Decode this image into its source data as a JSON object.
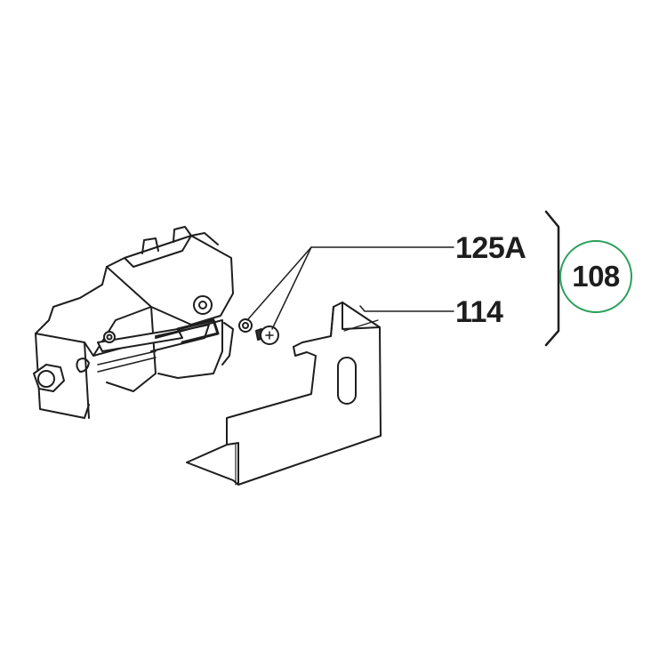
{
  "diagram": {
    "type": "exploded parts diagram",
    "group": {
      "number": "108",
      "circle_color": "#2aa05a"
    },
    "callouts": [
      {
        "label": "125A",
        "target": "screw and star washer"
      },
      {
        "label": "114",
        "target": "cover bracket"
      }
    ],
    "parts": [
      {
        "name": "bracket-assembly",
        "description": "mechanism bracket with bolt and nut"
      },
      {
        "name": "star-washer"
      },
      {
        "name": "screw"
      },
      {
        "name": "cover-bracket",
        "description": "bent sheet-metal cover with slotted hole"
      }
    ],
    "line_color": "#1e1e1e"
  }
}
